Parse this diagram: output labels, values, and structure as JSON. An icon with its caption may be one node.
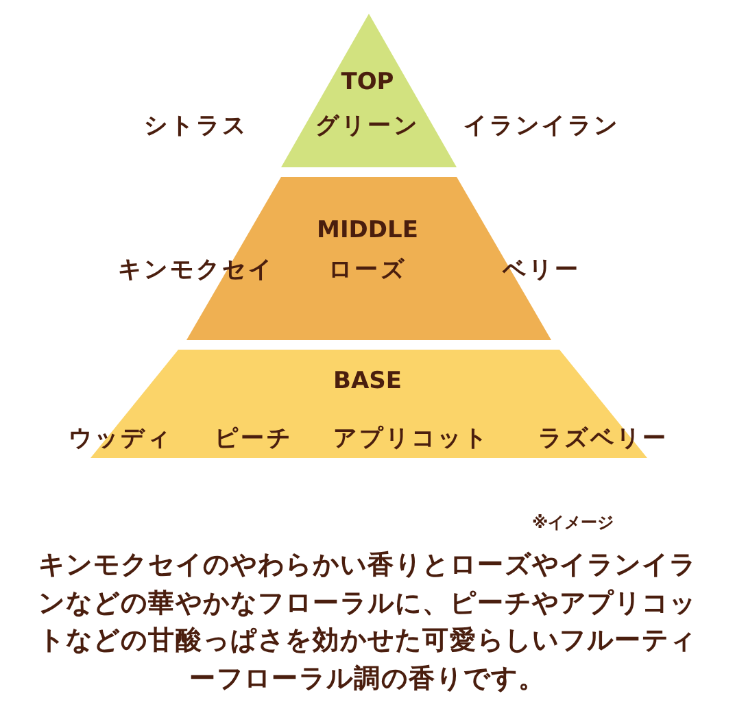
{
  "diagram": {
    "nodes": [
      {
        "text": [
          "TOP",
          "グリーン"
        ],
        "beside": [
          "シトラス",
          "イランイラン"
        ]
      },
      {
        "text": [
          "MIDDLE",
          "ローズ"
        ],
        "beside": [
          "キンモクセイ",
          "ベリー"
        ]
      },
      {
        "text": [
          "BASE",
          "ウッディ",
          "ピーチ",
          "アプリコット",
          "ラズベリー"
        ]
      }
    ],
    "labels": [
      "※イメージ",
      "キンモクセイのやわらかい香りとローズやイランイランなどの華やかなフローラルに、ピーチやアプリコットなどの甘酸っぱさを効かせた可愛らしいフルーティーフローラル調の香りです。"
    ]
  }
}
